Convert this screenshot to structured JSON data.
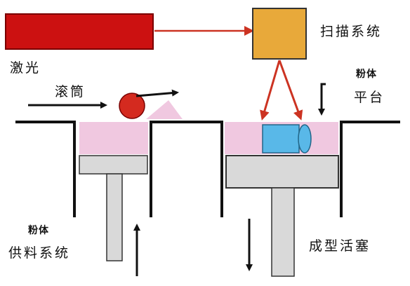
{
  "labels": {
    "laser": "激光",
    "scan_system": "扫描系统",
    "roller": "滚筒",
    "powder_platform_line1": "粉体",
    "powder_platform_line2": "平台",
    "powder_feed_line1": "粉体",
    "powder_feed_line2": "供料系统",
    "forming_piston": "成型活塞"
  },
  "colors": {
    "laser": "#cc1111",
    "scanner": "#e8a93a",
    "beam": "#cc3322",
    "roller": "#d42a1f",
    "powder": "#f0c8e0",
    "piston": "#d9d9d9",
    "part": "#59b8e8",
    "outline": "#111111"
  }
}
